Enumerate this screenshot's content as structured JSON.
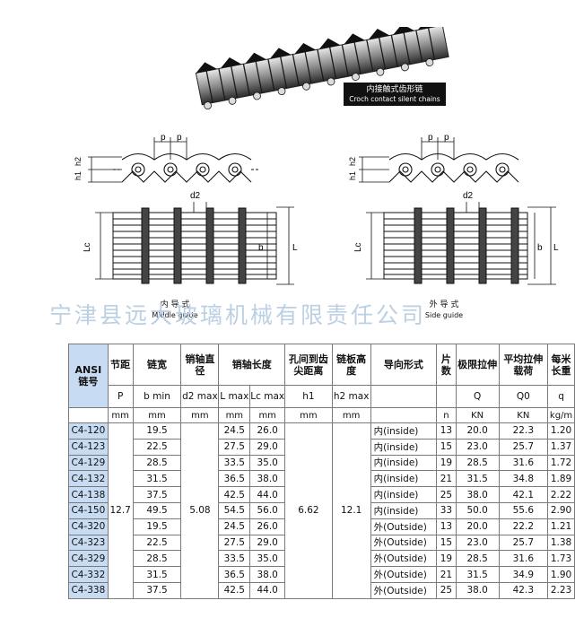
{
  "photo": {
    "caption_zh": "内接触式齿形链",
    "caption_en": "Croch contact silent chains"
  },
  "drawings": {
    "left": {
      "dims": [
        "p",
        "p",
        "h2",
        "h1",
        "d2",
        "Lc",
        "b",
        "L"
      ],
      "caption_zh": "内 导 式",
      "caption_en": "Middle guide"
    },
    "right": {
      "dims": [
        "p",
        "p",
        "h2",
        "h1",
        "d2",
        "Lc",
        "b",
        "L"
      ],
      "caption_zh": "外 导 式",
      "caption_en": "Side guide"
    }
  },
  "watermark": "宁津县远大玻璃机械有限责任公司",
  "table": {
    "headers": {
      "ansi": "ANSI 链号",
      "pitch": "节距",
      "width": "链宽",
      "pin_dia": "销轴直径",
      "pin_len": "销轴长度",
      "hole_to_tip": "孔间到齿尖距离",
      "plate_h": "链板高度",
      "guide": "导向形式",
      "plates": "片数",
      "limit": "极限拉伸",
      "avg_load": "平均拉伸载荷",
      "weight": "每米长重"
    },
    "symbols": {
      "pitch": "P",
      "width": "b min",
      "pin_dia": "d2 max",
      "l_max": "L max",
      "lc_max": "Lc max",
      "h1": "h1",
      "h2": "h2 max",
      "limit": "Q",
      "avg_load": "Q0",
      "weight": "q"
    },
    "units": {
      "pitch": "mm",
      "width": "mm",
      "pin_dia": "mm",
      "l_max": "mm",
      "lc_max": "mm",
      "h1": "mm",
      "h2": "mm",
      "plates": "n",
      "limit": "KN",
      "avg_load": "KN",
      "weight": "kg/m"
    },
    "shared": {
      "pitch": "12.7",
      "pin_dia": "5.08",
      "h1": "6.62",
      "h2": "12.1"
    },
    "rows": [
      {
        "model": "C4-120",
        "b": "19.5",
        "L": "24.5",
        "Lc": "26.0",
        "guide": "内(inside)",
        "n": "13",
        "Q": "20.0",
        "Q0": "22.3",
        "q": "1.20"
      },
      {
        "model": "C4-123",
        "b": "22.5",
        "L": "27.5",
        "Lc": "29.0",
        "guide": "内(inside)",
        "n": "15",
        "Q": "23.0",
        "Q0": "25.7",
        "q": "1.37"
      },
      {
        "model": "C4-129",
        "b": "28.5",
        "L": "33.5",
        "Lc": "35.0",
        "guide": "内(inside)",
        "n": "19",
        "Q": "28.5",
        "Q0": "31.6",
        "q": "1.72"
      },
      {
        "model": "C4-132",
        "b": "31.5",
        "L": "36.5",
        "Lc": "38.0",
        "guide": "内(inside)",
        "n": "21",
        "Q": "31.5",
        "Q0": "34.8",
        "q": "1.89"
      },
      {
        "model": "C4-138",
        "b": "37.5",
        "L": "42.5",
        "Lc": "44.0",
        "guide": "内(inside)",
        "n": "25",
        "Q": "38.0",
        "Q0": "42.1",
        "q": "2.22"
      },
      {
        "model": "C4-150",
        "b": "49.5",
        "L": "54.5",
        "Lc": "56.0",
        "guide": "内(inside)",
        "n": "33",
        "Q": "50.0",
        "Q0": "55.6",
        "q": "2.90"
      },
      {
        "model": "C4-320",
        "b": "19.5",
        "L": "24.5",
        "Lc": "26.0",
        "guide": "外(Outside)",
        "n": "13",
        "Q": "20.0",
        "Q0": "22.2",
        "q": "1.21"
      },
      {
        "model": "C4-323",
        "b": "22.5",
        "L": "27.5",
        "Lc": "29.0",
        "guide": "外(Outside)",
        "n": "15",
        "Q": "23.0",
        "Q0": "25.7",
        "q": "1.38"
      },
      {
        "model": "C4-329",
        "b": "28.5",
        "L": "33.5",
        "Lc": "35.0",
        "guide": "外(Outside)",
        "n": "19",
        "Q": "28.5",
        "Q0": "31.6",
        "q": "1.73"
      },
      {
        "model": "C4-332",
        "b": "31.5",
        "L": "36.5",
        "Lc": "38.0",
        "guide": "外(Outside)",
        "n": "21",
        "Q": "31.5",
        "Q0": "34.9",
        "q": "1.90"
      },
      {
        "model": "C4-338",
        "b": "37.5",
        "L": "42.5",
        "Lc": "44.0",
        "guide": "外(Outside)",
        "n": "25",
        "Q": "38.0",
        "Q0": "42.3",
        "q": "2.23"
      }
    ]
  },
  "colors": {
    "model_bg": "#c7dbf2",
    "watermark": "#bcd0e4",
    "grid": "#7a7a7a"
  }
}
